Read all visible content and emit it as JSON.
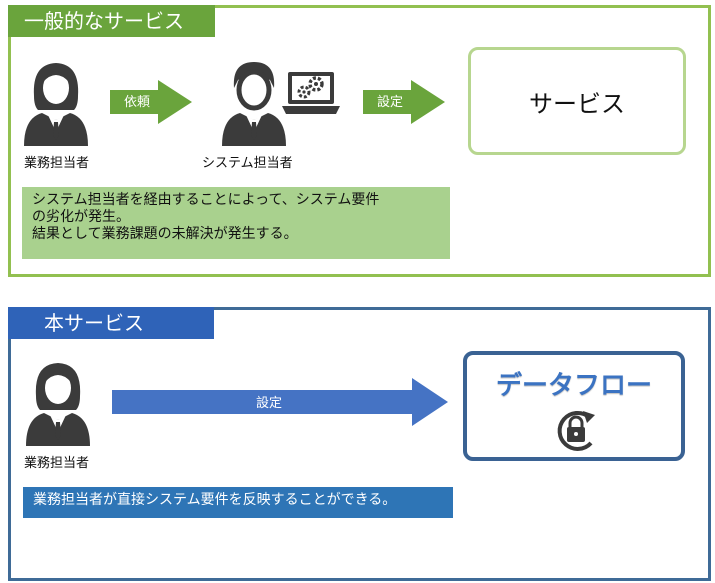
{
  "general": {
    "title": "一般的なサービス",
    "actor1_label": "業務担当者",
    "arrow1_label": "依頼",
    "actor2_label": "システム担当者",
    "arrow2_label": "設定",
    "service_box_label": "サービス",
    "note_lines": [
      "システム担当者を経由することによって、システム要件",
      "の劣化が発生。",
      "結果として業務課題の未解決が発生する。"
    ],
    "accent_color": "#6aa43c"
  },
  "service": {
    "title": "本サービス",
    "actor_label": "業務担当者",
    "arrow_label": "設定",
    "flow_box_label": "データフロー",
    "note": "業務担当者が直接システム要件を反映することができる。",
    "accent_color": "#2f63b8"
  },
  "icons": [
    "person-icon",
    "laptop-gear-icon",
    "lock-refresh-icon"
  ]
}
